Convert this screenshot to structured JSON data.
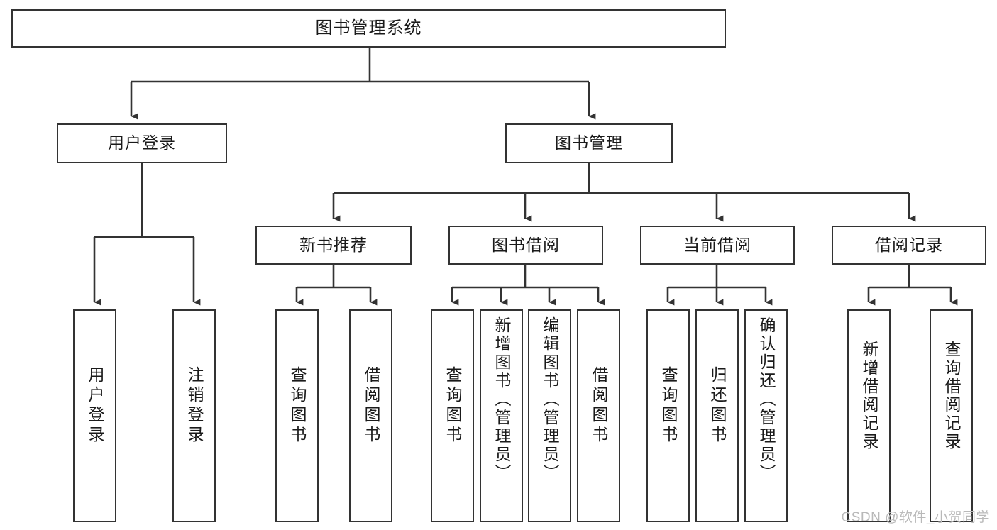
{
  "diagram": {
    "title": "图书管理系统",
    "type": "功能结构图",
    "colors": {
      "box_border": "#333333",
      "box_fill": "#ffffff",
      "connector": "#333333",
      "text": "#1a1a1a",
      "watermark": "#b9b9b9",
      "background": "#ffffff"
    },
    "watermark": "CSDN @软件_小贺同学",
    "nodes": {
      "root": {
        "label": "图书管理系统"
      },
      "level2": [
        {
          "id": "user-login",
          "label": "用户登录"
        },
        {
          "id": "book-management",
          "label": "图书管理"
        }
      ],
      "level3": [
        {
          "id": "new-book-recommend",
          "label": "新书推荐"
        },
        {
          "id": "book-borrow",
          "label": "图书借阅"
        },
        {
          "id": "current-borrow",
          "label": "当前借阅"
        },
        {
          "id": "borrow-record",
          "label": "借阅记录"
        }
      ],
      "leaves": [
        {
          "id": "leaf-user-login",
          "label": "用户登录",
          "parent": "user-login"
        },
        {
          "id": "leaf-logout",
          "label": "注销登录",
          "parent": "user-login"
        },
        {
          "id": "leaf-query-book-1",
          "label": "查询图书",
          "parent": "new-book-recommend"
        },
        {
          "id": "leaf-borrow-book-1",
          "label": "借阅图书",
          "parent": "new-book-recommend"
        },
        {
          "id": "leaf-query-book-2",
          "label": "查询图书",
          "parent": "book-borrow"
        },
        {
          "id": "leaf-add-book",
          "label": "新增图书（管理员）",
          "parent": "book-borrow"
        },
        {
          "id": "leaf-edit-book",
          "label": "编辑图书（管理员）",
          "parent": "book-borrow"
        },
        {
          "id": "leaf-borrow-book-2",
          "label": "借阅图书",
          "parent": "book-borrow"
        },
        {
          "id": "leaf-query-book-3",
          "label": "查询图书",
          "parent": "current-borrow"
        },
        {
          "id": "leaf-return-book",
          "label": "归还图书",
          "parent": "current-borrow"
        },
        {
          "id": "leaf-confirm-return",
          "label": "确认归还（管理员）",
          "parent": "current-borrow"
        },
        {
          "id": "leaf-add-record",
          "label": "新增借阅记录",
          "parent": "borrow-record"
        },
        {
          "id": "leaf-query-record",
          "label": "查询借阅记录",
          "parent": "borrow-record"
        }
      ]
    }
  }
}
